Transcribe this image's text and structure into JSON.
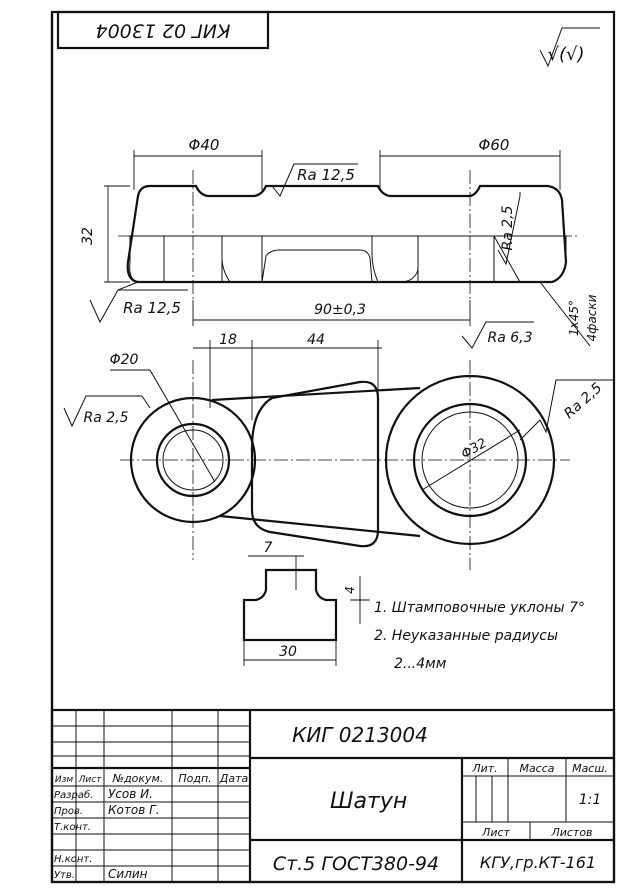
{
  "drawing": {
    "stamp_code_rotated": "КИГ 02 13004",
    "roughness_general": "√(√)",
    "dims": {
      "d40": "Φ40",
      "d60": "Φ60",
      "ra125_top": "Ra 12,5",
      "h32": "32",
      "ra25_right": "Ra 2,5",
      "ra125_left": "Ra 12,5",
      "c90": "90±0,3",
      "chamfer": "1х45°",
      "chamfer_note": "4фаски",
      "ra63": "Ra 6,3",
      "d18": "18",
      "d44": "44",
      "d20": "Φ20",
      "ra25_left": "Ra 2,5",
      "ra25_bigright": "Ra 2,5",
      "d32": "Φ32",
      "d7": "7",
      "d4": "4",
      "d30": "30"
    },
    "notes": [
      "1. Штамповочные уклоны 7°",
      "2. Неуказанные радиусы",
      "2...4мм"
    ]
  },
  "title_block": {
    "doc_code": "КИГ 0213004",
    "part_name": "Шатун",
    "material": "Ст.5 ГОСТ380-94",
    "org": "КГУ,гр.КТ-161",
    "col_lit": "Лит.",
    "col_mass": "Масса",
    "col_scale": "Масш.",
    "scale_value": "1:1",
    "sheet_label": "Лист",
    "sheets_label": "Листов",
    "hdr_change": "Изм",
    "hdr_sheet": "Лист",
    "hdr_docnum": "№докум.",
    "hdr_sign": "Подп.",
    "hdr_date": "Дата",
    "role_dev": "Разраб.",
    "name_dev": "Усов И.",
    "role_check": "Пров.",
    "name_check": "Котов Г.",
    "role_tcontrol": "Т.конт.",
    "role_ncontrol": "Н.конт.",
    "role_approve": "Утв.",
    "name_approve": "Силин"
  }
}
